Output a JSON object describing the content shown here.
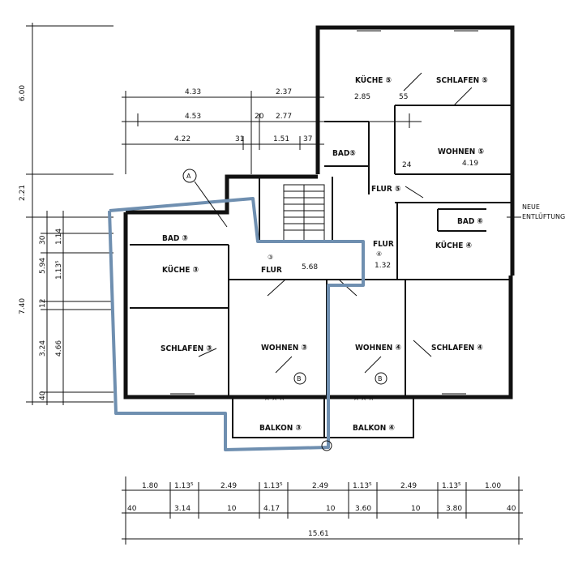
{
  "rooms": {
    "kueche5": "KÜCHE ⑤",
    "schlafen5": "SCHLAFEN ⑤",
    "bad5": "BAD⑤",
    "wohnen5": "WOHNEN ⑤",
    "flur5": "FLUR ⑤",
    "bad6": "BAD ⑥",
    "kueche4": "KÜCHE ④",
    "flur4": "FLUR",
    "bad3": "BAD ③",
    "kueche3": "KÜCHE ③",
    "flur3": "FLUR",
    "flur3_num": "③",
    "schlafen3": "SCHLAFEN ③",
    "wohnen3": "WOHNEN ③",
    "wohnen4": "WOHNEN ④",
    "schlafen4": "SCHLAFEN ④",
    "balkon3": "BALKON ③",
    "balkon4": "BALKON ④"
  },
  "notes": {
    "neue": "NEUE",
    "entlueftung": "ENTLÜFTUNG",
    "marker_a": "A",
    "marker_b1": "B",
    "marker_b2": "B",
    "flur_dim": "5.68",
    "wohnen5_dim": "4.19",
    "flur4_num": "④",
    "flur4_dim": "1.32"
  },
  "dims_top": {
    "r1a": "4.33",
    "r1b": "2.37",
    "r2a": "4.53",
    "r2b": "2.77",
    "r2c": "20",
    "r2d": "2.85",
    "r2e": "55",
    "r3a": "4.22",
    "r3b": "31",
    "r3c": "1.51",
    "r3d": "37",
    "r3e": "24"
  },
  "dims_left": {
    "a": "6.00",
    "b": "2.21",
    "c": "7.40",
    "d": "30",
    "e": "1.14",
    "f": "5.94",
    "g": "1.13⁵",
    "h": "12",
    "i": "3.24",
    "j": "4.66",
    "k": "40"
  },
  "dims_bottom": {
    "r1": [
      "1.80",
      "1.13⁵",
      "2.49",
      "1.13⁵",
      "2.49",
      "1.13⁵",
      "2.49",
      "1.13⁵",
      "1.00"
    ],
    "r2": [
      "40",
      "3.14",
      "10",
      "4.17",
      "10",
      "3.60",
      "10",
      "3.80",
      "40"
    ],
    "total": "15.61"
  }
}
